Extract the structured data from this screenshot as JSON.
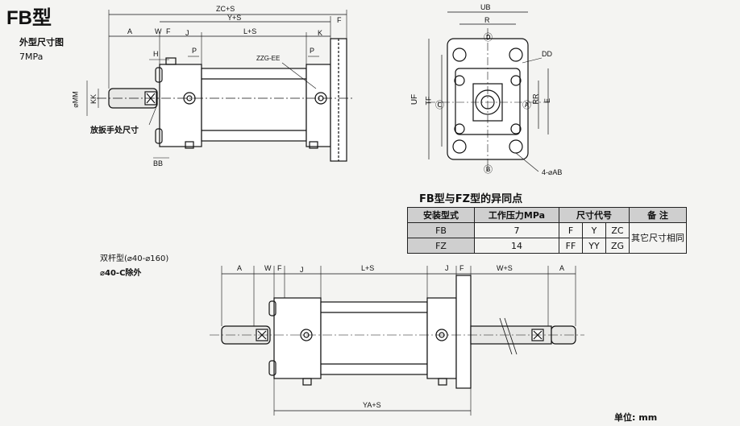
{
  "title": "FB型",
  "subtitle1": "外型尺寸图",
  "subtitle2": "7MPa",
  "note_handle": "放扳手处尺寸",
  "double_rod_title": "双杆型(⌀40-⌀160)",
  "double_rod_note": "⌀40-C除外",
  "unit": "单位: mm",
  "diff_title": "FB型与FZ型的异同点",
  "table": {
    "headers": [
      "安装型式",
      "工作压力MPa",
      "尺寸代号",
      "备 注"
    ],
    "rows": [
      {
        "type": "FB",
        "pressure": "7",
        "codes": [
          "F",
          "Y",
          "ZC"
        ]
      },
      {
        "type": "FZ",
        "pressure": "14",
        "codes": [
          "FF",
          "YY",
          "ZG"
        ]
      }
    ],
    "remark": "其它尺寸相同"
  },
  "dims_top": {
    "zc_s": "ZC+S",
    "y_s": "Y+S",
    "f": "F",
    "a": "A",
    "w": "W",
    "f2": "F",
    "j": "J",
    "l_s": "L+S",
    "k": "K",
    "h": "H",
    "p": "P",
    "p2": "P",
    "zzg": "ZZG-EE",
    "mm": "⌀MM",
    "kk": "KK",
    "bb": "BB"
  },
  "dims_side": {
    "ub": "UB",
    "r": "R",
    "dd": "DD",
    "uf": "UF",
    "tf": "TF",
    "rr": "RR",
    "e": "E",
    "ab": "4-⌀AB",
    "circ_c": "Ⓒ",
    "circ_a": "Ⓐ",
    "circ_b": "Ⓑ",
    "circ_d": "Ⓓ"
  },
  "dims_bottom": {
    "a": "A",
    "w": "W",
    "f": "F",
    "j": "J",
    "l_s": "L+S",
    "j2": "J",
    "f2": "F",
    "w_s": "W+S",
    "a2": "A",
    "ya_s": "YA+S"
  }
}
